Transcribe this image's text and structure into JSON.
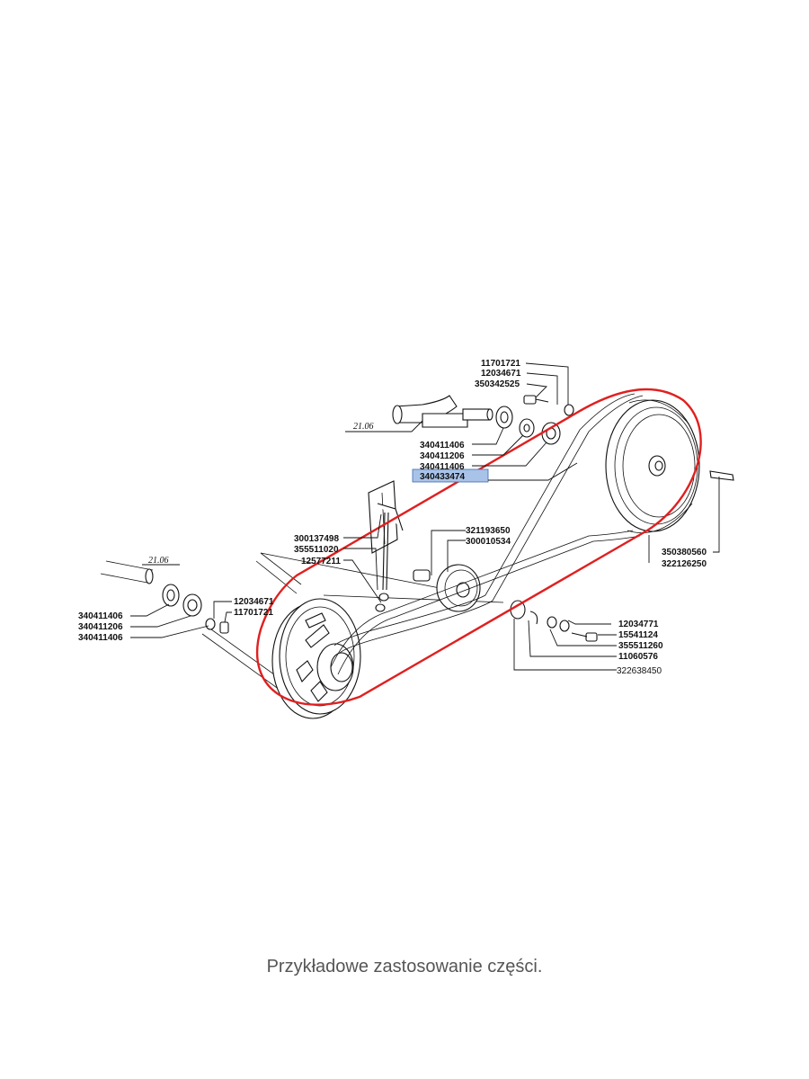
{
  "references": {
    "ref_top": "21.06",
    "ref_left": "21.06"
  },
  "part_numbers": {
    "p_11701721_top": "11701721",
    "p_12034671_top": "12034671",
    "p_350342525": "350342525",
    "p_340411406_top": "340411406",
    "p_340411206_top": "340411206",
    "p_340411406_top2": "340411406",
    "p_340433474": "340433474",
    "p_300137498": "300137498",
    "p_355511020": "355511020",
    "p_12577211": "12577211",
    "p_321193650": "321193650",
    "p_300010534": "300010534",
    "p_350380560": "350380560",
    "p_322126250": "322126250",
    "p_340411406_left": "340411406",
    "p_340411206_left": "340411206",
    "p_340411406_left2": "340411406",
    "p_12034671_left": "12034671",
    "p_11701721_left": "11701721",
    "p_12034771": "12034771",
    "p_15541124": "15541124",
    "p_355511260": "355511260",
    "p_11060576": "11060576",
    "p_322638450": "322638450"
  },
  "highlight_color": "#e02020",
  "selected_part_highlight": "#a9c3e8",
  "caption": "Przykładowe zastosowanie części."
}
